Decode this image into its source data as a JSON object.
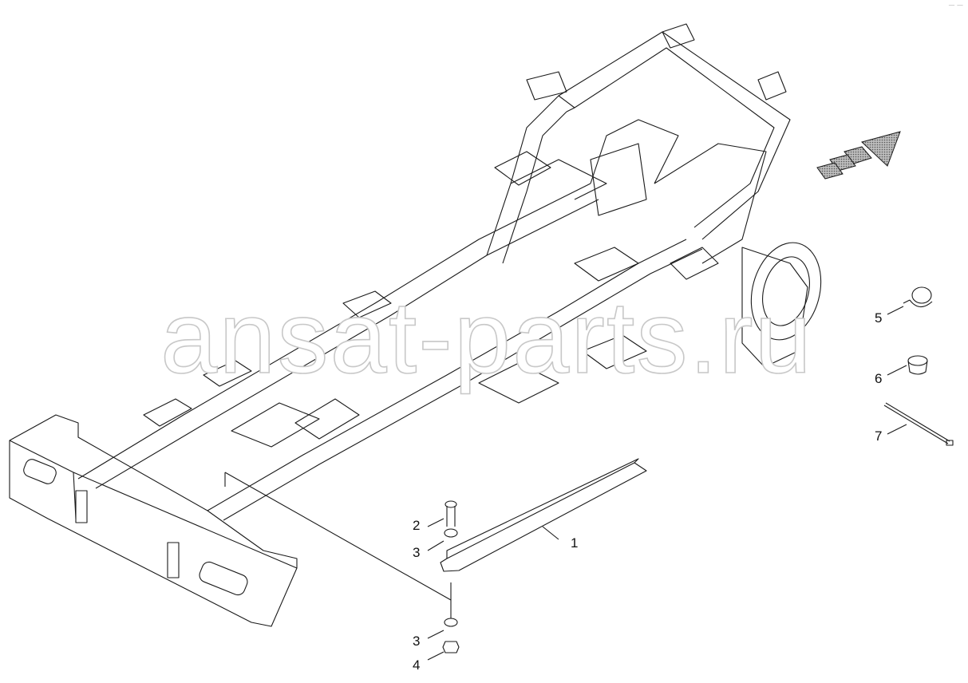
{
  "watermark": "ansat-parts.ru",
  "corner_mark": "— —",
  "callouts": [
    "1",
    "2",
    "3",
    "3",
    "4",
    "5",
    "6",
    "7"
  ],
  "colors": {
    "line": "#1a1a1a",
    "watermark": "#c8c8c8",
    "arrow_fill": "#8c8c8c",
    "background": "#ffffff"
  },
  "icons": {
    "direction_arrow": "front-direction-arrow-icon"
  }
}
